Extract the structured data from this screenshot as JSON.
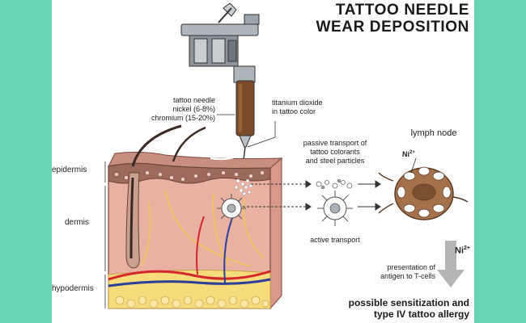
{
  "title": {
    "line1": "TATTOO NEEDLE",
    "line2": "WEAR DEPOSITION"
  },
  "needle_label": {
    "line1": "tattoo needle",
    "line2": "nickel (6-8%)",
    "line3": "chromium (15-20%)"
  },
  "pigment_label": {
    "line1": "titanium dioxide",
    "line2": "in tattoo color"
  },
  "skin_layers": {
    "epidermis": "epidermis",
    "dermis": "dermis",
    "hypodermis": "hypodermis"
  },
  "passive_transport": {
    "line1": "passive transport of",
    "line2": "tattoo colorants",
    "line3": "and steel particles"
  },
  "active_transport": "active transport",
  "lymph_node": "lymph node",
  "ion_label": {
    "symbol": "Ni",
    "charge": "2+"
  },
  "ion_label_big": {
    "symbol": "Ni",
    "charge": "2+"
  },
  "presentation": {
    "line1": "presentation of",
    "line2": "antigen to T-cells"
  },
  "conclusion": {
    "line1": "possible sensitization and",
    "line2": "type IV tattoo allergy"
  },
  "colors": {
    "background": "#67d5b5",
    "skin": "#e9b1a1",
    "epidermis": "#9c6a5c",
    "fat": "#f6dc7a",
    "artery": "#d6262d",
    "vein": "#2b3f9a",
    "lymph_node": "#a5714a",
    "machine": "#9ea6ad",
    "grip": "#7a4b28"
  },
  "icons": [
    "tattoo-machine-icon",
    "skin-cross-section-icon",
    "macrophage-icon",
    "particle-cluster-icon",
    "lymph-node-icon",
    "down-arrow-icon"
  ]
}
